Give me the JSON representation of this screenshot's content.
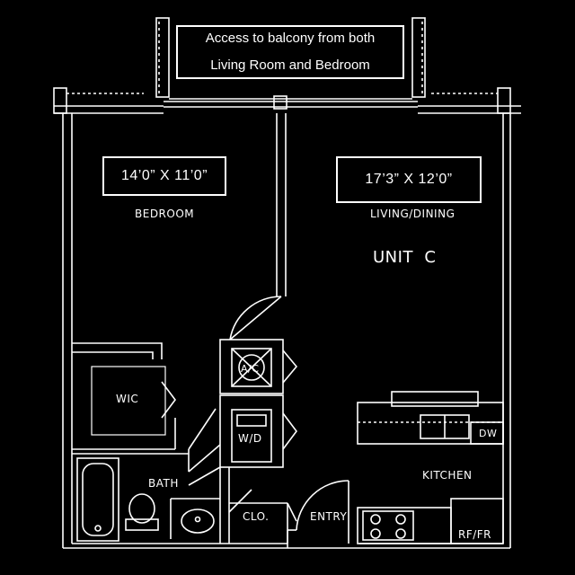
{
  "note": {
    "line1": "Access to balcony from both",
    "line2": "Living Room and Bedroom"
  },
  "bedroom": {
    "dimensions": "14’0” X 11’0”",
    "label": "BEDROOM"
  },
  "living": {
    "dimensions": "17’3” X 12’0”",
    "label": "LIVING/DINING"
  },
  "unit_label": "UNIT  C",
  "rooms": {
    "wic": "WIC",
    "bath": "BATH",
    "closet": "CLO.",
    "entry": "ENTRY",
    "kitchen": "KITCHEN",
    "dw": "DW",
    "rf_fr": "RF/FR",
    "ac": "A/C",
    "wd": "W/D"
  },
  "colors": {
    "background": "#000000",
    "lines": "#ffffff"
  }
}
